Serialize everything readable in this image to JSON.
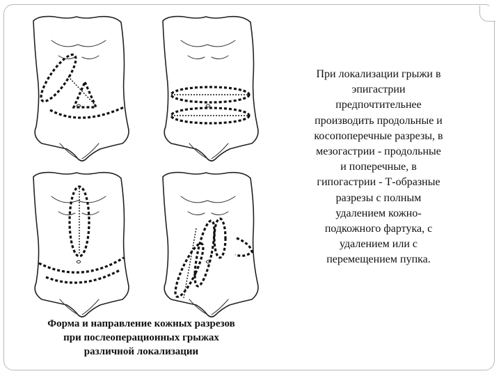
{
  "figure": {
    "caption_lines": [
      "Форма и направление кожных разрезов",
      "при послеоперационных грыжах",
      "различной локализации"
    ],
    "panels": [
      {
        "incision": "epigastric-oblique-and-t-shaped"
      },
      {
        "incision": "mesogastric-transverse-elliptical"
      },
      {
        "incision": "hypogastric-longitudinal-with-apron-resection"
      },
      {
        "incision": "lateral-oblique-multiple"
      }
    ]
  },
  "text": {
    "lines": [
      "При локализации грыжи в",
      "эпигастрии",
      "предпочтительнее",
      "производить продольные и",
      "косопоперечные разрезы, в",
      "мезогастрии - продольные",
      "и поперечные, в",
      "гипогастрии - Т-образные",
      "разрезы с полным",
      "удалением кожно-",
      "подкожного фартука, с",
      "удалением или с",
      "перемещением пупка."
    ]
  }
}
